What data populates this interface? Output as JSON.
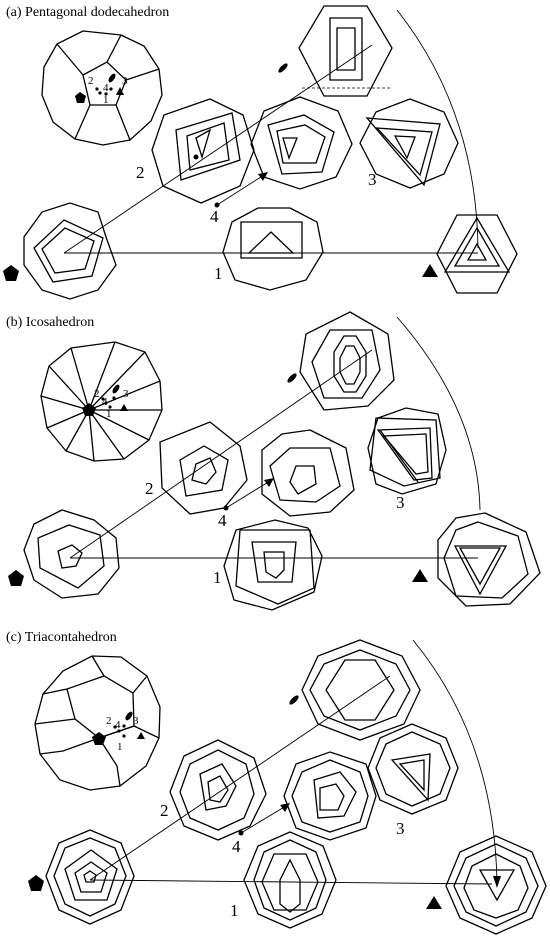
{
  "panels": [
    {
      "title": "(a) Pentagonal dodecahedron",
      "path_labels": {
        "p1": "1",
        "p2": "2",
        "p3": "3",
        "p4": "4"
      },
      "inset_labels": {
        "p1": "1",
        "p2": "2",
        "p3": "3",
        "p4": "4"
      }
    },
    {
      "title": "(b) Icosahedron",
      "path_labels": {
        "p1": "1",
        "p2": "2",
        "p3": "3",
        "p4": "4"
      },
      "inset_labels": {
        "p1": "1",
        "p2": "2",
        "p3": "3",
        "p4": "4"
      }
    },
    {
      "title": "(c) Triacontahedron",
      "path_labels": {
        "p1": "1",
        "p2": "2",
        "p3": "3",
        "p4": "4"
      },
      "inset_labels": {
        "p1": "1",
        "p2": "2",
        "p3": "3",
        "p4": "4"
      }
    }
  ],
  "symbols": {
    "fivefold": "pentagon-symbol",
    "threefold": "triangle-symbol",
    "twofold": "lens-symbol"
  },
  "colors": {
    "ink": "#000000",
    "paper": "#ffffff"
  }
}
